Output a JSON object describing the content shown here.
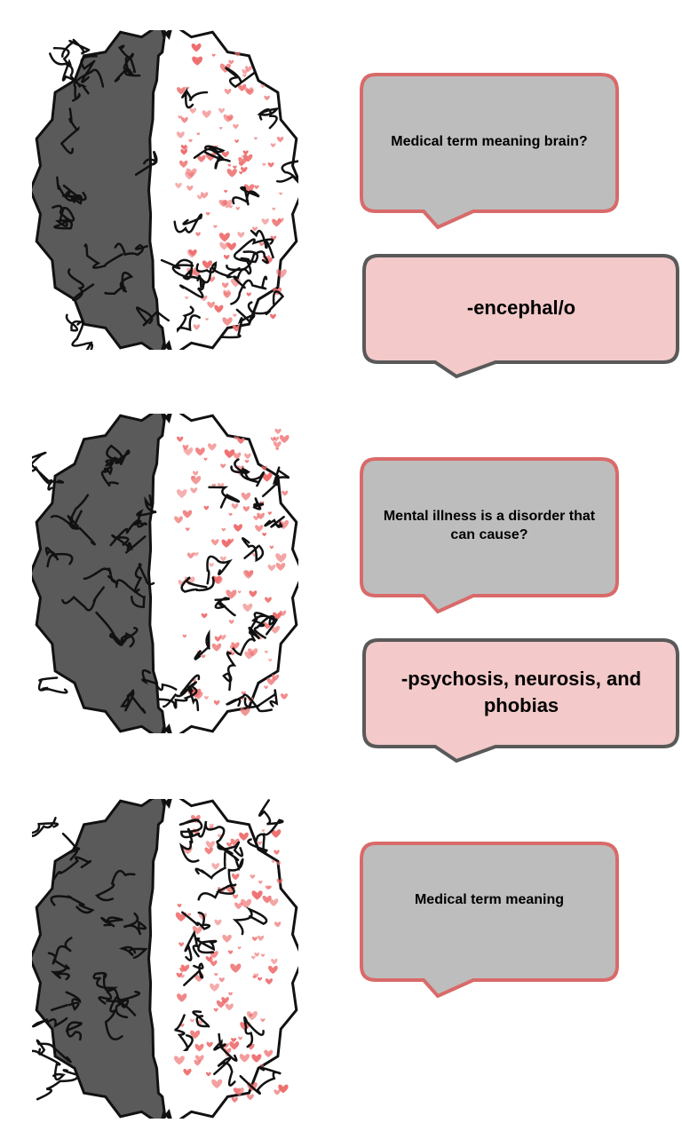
{
  "colors": {
    "question_fill": "#bdbdbd",
    "question_border": "#d96a6a",
    "answer_fill": "#f3c9c9",
    "answer_border": "#595959",
    "brain_dark": "#5a5a5a",
    "brain_hearts": "#ee6f6f"
  },
  "cards": [
    {
      "question": "Medical term meaning brain?",
      "answer": "-encephal/o"
    },
    {
      "question": "Mental illness is a disorder that can cause?",
      "answer": "-psychosis, neurosis, and phobias"
    },
    {
      "question": "Medical term meaning"
    }
  ],
  "icons": [
    "brain-icon"
  ]
}
